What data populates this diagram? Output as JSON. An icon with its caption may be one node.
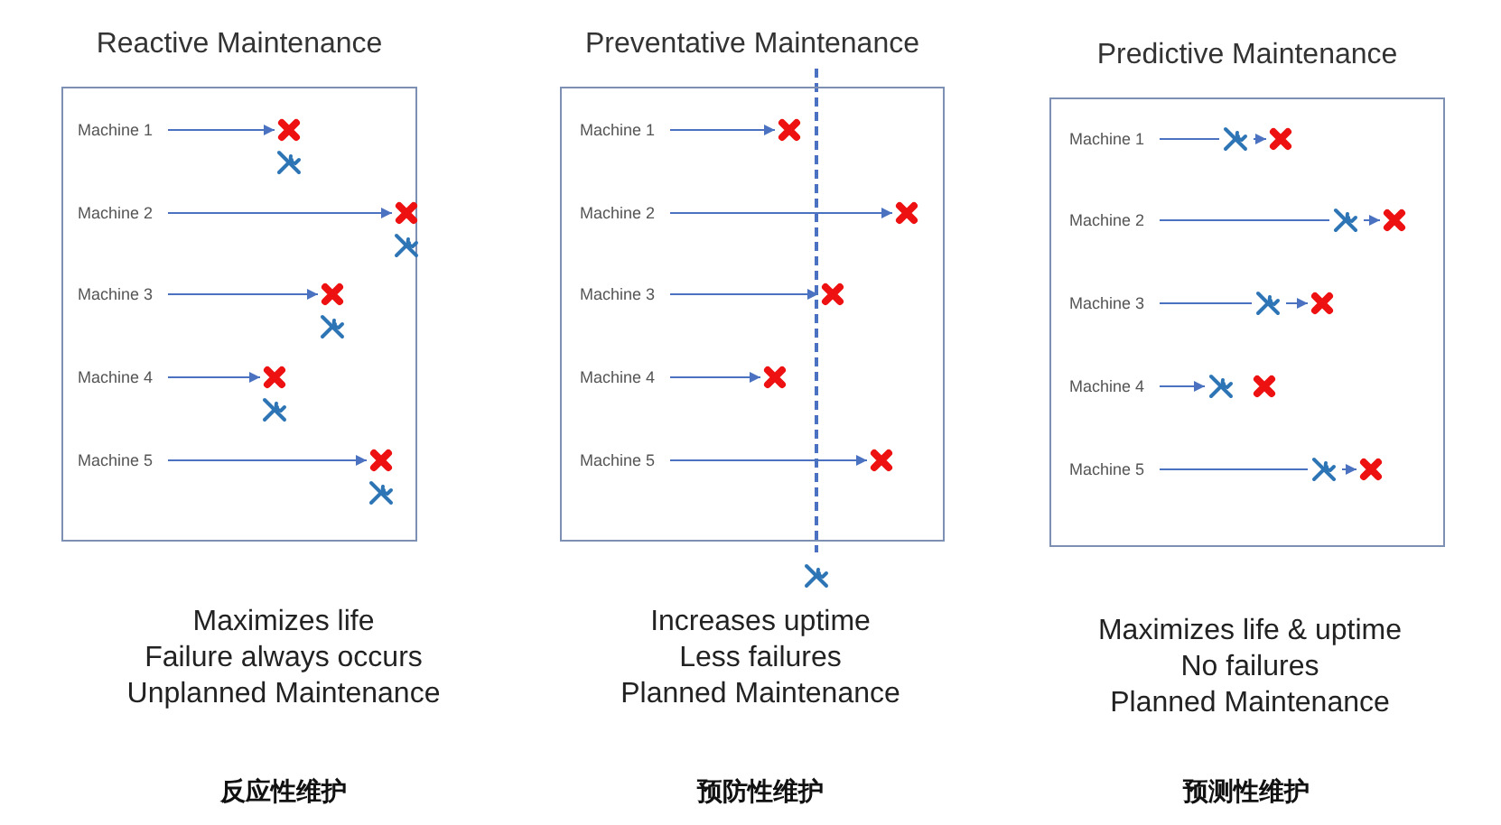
{
  "diagram": {
    "nodes": [
      {
        "text": [
          "Reactive Maintenance"
        ]
      },
      {
        "text": [
          "Machine 1"
        ],
        "in": 0
      },
      {
        "text": [],
        "shape": "cross",
        "in": 0
      },
      {
        "text": [
          "Machine 2"
        ],
        "in": 0
      },
      {
        "text": [],
        "shape": "cross",
        "in": 0
      },
      {
        "text": [
          "Machine 3"
        ],
        "in": 0
      },
      {
        "text": [],
        "shape": "cross",
        "in": 0
      },
      {
        "text": [
          "Machine 4"
        ],
        "in": 0
      },
      {
        "text": [],
        "shape": "cross",
        "in": 0
      },
      {
        "text": [
          "Machine 5"
        ],
        "in": 0
      },
      {
        "text": [],
        "shape": "cross",
        "in": 0
      },
      {
        "text": [
          "Preventative Maintenance"
        ]
      },
      {
        "text": [
          "Machine 1"
        ],
        "in": 11
      },
      {
        "text": [],
        "shape": "cross",
        "in": 11
      },
      {
        "text": [
          "Machine 2"
        ],
        "in": 11
      },
      {
        "text": [],
        "shape": "cross",
        "in": 11
      },
      {
        "text": [
          "Machine 3"
        ],
        "in": 11
      },
      {
        "text": [],
        "shape": "cross",
        "in": 11
      },
      {
        "text": [
          "Machine 4"
        ],
        "in": 11
      },
      {
        "text": [],
        "shape": "cross",
        "in": 11
      },
      {
        "text": [
          "Machine 5"
        ],
        "in": 11
      },
      {
        "text": [],
        "shape": "cross",
        "in": 11
      },
      {
        "text": [
          "Predictive Maintenance"
        ]
      },
      {
        "text": [
          "Machine 1"
        ],
        "in": 22
      },
      {
        "text": [],
        "shape": "wrench",
        "in": 22
      },
      {
        "text": [],
        "shape": "cross",
        "in": 22
      },
      {
        "text": [
          "Machine 2"
        ],
        "in": 22
      },
      {
        "text": [],
        "shape": "wrench",
        "in": 22
      },
      {
        "text": [],
        "shape": "cross",
        "in": 22
      },
      {
        "text": [
          "Machine 3"
        ],
        "in": 22
      },
      {
        "text": [],
        "shape": "wrench",
        "in": 22
      },
      {
        "text": [],
        "shape": "cross",
        "in": 22
      },
      {
        "text": [
          "Machine 4"
        ],
        "in": 22
      },
      {
        "text": [],
        "shape": "wrench",
        "in": 22
      },
      {
        "text": [],
        "shape": "cross",
        "in": 22
      },
      {
        "text": [
          "Machine 5"
        ],
        "in": 22
      },
      {
        "text": [],
        "shape": "wrench",
        "in": 22
      },
      {
        "text": [],
        "shape": "cross",
        "in": 22
      }
    ],
    "edges": [
      {
        "from": 1,
        "to": 2,
        "arrow": "to"
      },
      {
        "from": 3,
        "to": 4,
        "arrow": "to"
      },
      {
        "from": 5,
        "to": 6,
        "arrow": "to"
      },
      {
        "from": 7,
        "to": 8,
        "arrow": "to"
      },
      {
        "from": 9,
        "to": 10,
        "arrow": "to"
      },
      {
        "from": 12,
        "to": 13,
        "arrow": "to"
      },
      {
        "from": 14,
        "to": 15,
        "arrow": "to"
      },
      {
        "from": 16,
        "to": 17,
        "arrow": "to"
      },
      {
        "from": 18,
        "to": 19,
        "arrow": "to"
      },
      {
        "from": 20,
        "to": 21,
        "arrow": "to"
      },
      {
        "from": 23,
        "to": 24,
        "arrow": "none"
      },
      {
        "from": 24,
        "to": 25,
        "arrow": "to"
      },
      {
        "from": 26,
        "to": 27,
        "arrow": "none"
      },
      {
        "from": 27,
        "to": 28,
        "arrow": "to"
      },
      {
        "from": 29,
        "to": 30,
        "arrow": "none"
      },
      {
        "from": 30,
        "to": 31,
        "arrow": "to"
      },
      {
        "from": 32,
        "to": 33,
        "arrow": "to"
      },
      {
        "from": 35,
        "to": 36,
        "arrow": "none"
      },
      {
        "from": 36,
        "to": 37,
        "arrow": "to"
      }
    ],
    "labels": [
      "Maximizes life",
      "Failure always occurs",
      "Unplanned Maintenance",
      "Increases uptime",
      "Less failures",
      "Planned Maintenance",
      "Maximizes life & uptime",
      "No failures",
      "Planned Maintenance",
      "反应性维护",
      "预防性维护",
      "预测性维护"
    ]
  }
}
